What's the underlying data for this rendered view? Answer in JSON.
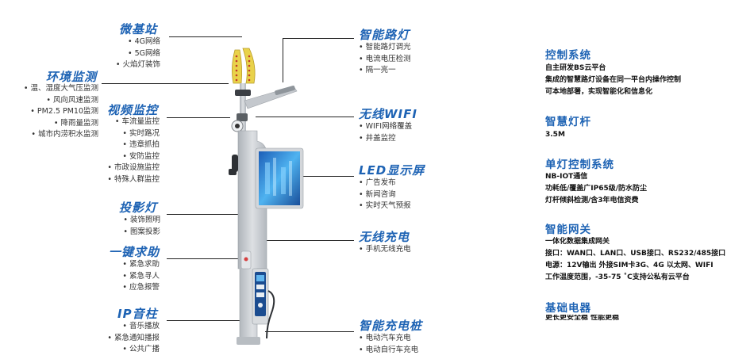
{
  "left": [
    {
      "title": "微基站",
      "items": [
        "4G网络",
        "5G网络",
        "火焰灯装饰"
      ]
    },
    {
      "title": "环境监测",
      "items": [
        "温、湿度大气压监测",
        "风向风速监测",
        "PM2.5 PM10监测",
        "降雨量监测",
        "城市内涝积水监测"
      ]
    },
    {
      "title": "视频监控",
      "items": [
        "车流量监控",
        "实时路况",
        "违章抓拍",
        "安防监控",
        "市政设施监控",
        "特殊人群监控"
      ]
    },
    {
      "title": "投影灯",
      "items": [
        "装饰照明",
        "图案投影"
      ]
    },
    {
      "title": "一键求助",
      "items": [
        "紧急求助",
        "紧急寻人",
        "应急报警"
      ]
    },
    {
      "title": "IP音柱",
      "items": [
        "音乐播放",
        "紧急通知播报",
        "公共广播"
      ]
    }
  ],
  "mid": [
    {
      "title": "智能路灯",
      "items": [
        "智能路灯调光",
        "电流电压检测",
        "隔一亮一"
      ]
    },
    {
      "title": "无线WIFI",
      "items": [
        "WIFI网络覆盖",
        "井盖监控"
      ]
    },
    {
      "title": "LED显示屏",
      "items": [
        "广告发布",
        "新闻咨询",
        "实时天气预报"
      ]
    },
    {
      "title": "无线充电",
      "items": [
        "手机无线充电"
      ]
    },
    {
      "title": "智能充电桩",
      "items": [
        "电动汽车充电",
        "电动自行车充电"
      ]
    }
  ],
  "right": [
    {
      "title": "控制系统",
      "lines": [
        "自主研发BS云平台",
        "集成的智慧路灯设备在同一平台内操作控制",
        "可本地部署，实现智能化和信息化"
      ]
    },
    {
      "title": "智慧灯杆",
      "lines": [
        "3.5M"
      ]
    },
    {
      "title": "单灯控制系统",
      "lines": [
        "NB-IOT通信",
        "功耗低/覆盖广IP65级/防水防尘",
        "灯杆倾斜检测/含3年电信资费"
      ]
    },
    {
      "title": "智能网关",
      "lines": [
        "一体化数据集成网关",
        "接口：WAN口、LAN口、USB接口、RS232/485接口",
        "电源：12V输出 外接SIM卡3G、4G 以太网、WIFI",
        "工作温度范围，-35-75 ˚C支持公私有云平台"
      ]
    },
    {
      "title": "基础电器",
      "lines": [
        "更长更安全稳 性能更稳"
      ]
    }
  ],
  "colors": {
    "accent": "#1e63b4",
    "pole": "#c9cdd2",
    "screen": "#2a7fd6"
  }
}
